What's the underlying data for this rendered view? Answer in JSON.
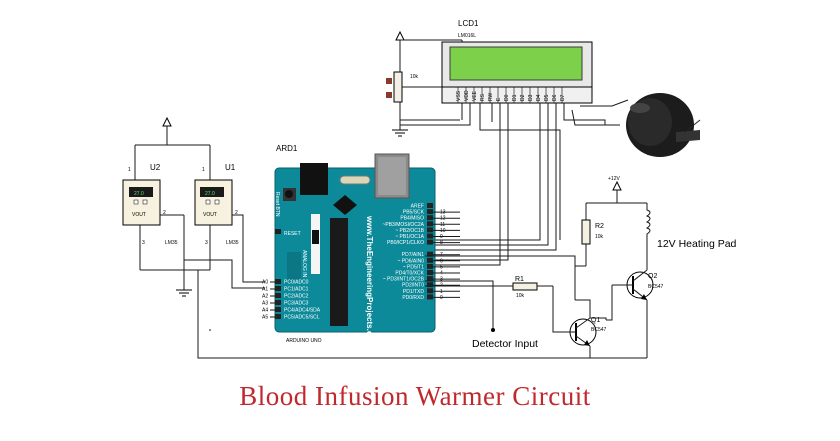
{
  "title": "Blood Infusion Warmer Circuit",
  "lcd": {
    "ref": "LCD1",
    "model": "LM016L",
    "pins": [
      "VSS",
      "VDD",
      "VEE",
      "RS",
      "RW",
      "E",
      "D0",
      "D1",
      "D2",
      "D3",
      "D4",
      "D5",
      "D6",
      "D7"
    ]
  },
  "pot": {
    "value": "10k"
  },
  "sensors": [
    {
      "ref": "U2",
      "reading": "27.0",
      "vout_label": "VOUT",
      "part": "LM35"
    },
    {
      "ref": "U1",
      "reading": "27.0",
      "vout_label": "VOUT",
      "part": "LM35"
    }
  ],
  "arduino": {
    "ref": "ARD1",
    "model": "ARDUINO UNO",
    "website": "www.TheEngineeringProjects.com",
    "analog_label": "ANALOG IN",
    "reset_btn_label": "Reset BTN",
    "reset_label": "RESET",
    "left_pins": [
      {
        "name": "A0",
        "label": "PC0/ADC0"
      },
      {
        "name": "A1",
        "label": "PC1/ADC1"
      },
      {
        "name": "A2",
        "label": "PC2/ADC2"
      },
      {
        "name": "A3",
        "label": "PC3/ADC3"
      },
      {
        "name": "A4",
        "label": "PC4/ADC4/SDA"
      },
      {
        "name": "A5",
        "label": "PC5/ADC5/SCL"
      }
    ],
    "right_pins": [
      {
        "num": "",
        "label": "AREF"
      },
      {
        "num": "13",
        "label": "PB5/SCK"
      },
      {
        "num": "12",
        "label": "PB4/MISO"
      },
      {
        "num": "11",
        "label": "~PB3/MOSI/OC2A"
      },
      {
        "num": "10",
        "label": "~ PB2/OC1B"
      },
      {
        "num": "9",
        "label": "~ PB1/OC1A"
      },
      {
        "num": "8",
        "label": "PB0/ICP1/CLKO"
      },
      {
        "num": "7",
        "label": "PD7/AIN1"
      },
      {
        "num": "6",
        "label": "~ PD6/AIN0"
      },
      {
        "num": "5",
        "label": "~ PD5/T1"
      },
      {
        "num": "4",
        "label": "PD4/T0/XCK"
      },
      {
        "num": "3",
        "label": "~ PD3/INT1/OC2B"
      },
      {
        "num": "2",
        "label": "PD2/INT0"
      },
      {
        "num": "1",
        "label": "PD1/TXD"
      },
      {
        "num": "0",
        "label": "PD0/RXD"
      }
    ]
  },
  "driver": {
    "supply": "+12V",
    "r2_ref": "R2",
    "r2_value": "10k",
    "r1_ref": "R1",
    "r1_value": "10k",
    "q1_ref": "Q1",
    "q1_part": "BC547",
    "q2_ref": "Q2",
    "q2_part": "BC547",
    "heater_label": "12V Heating Pad",
    "detector_label": "Detector Input"
  }
}
